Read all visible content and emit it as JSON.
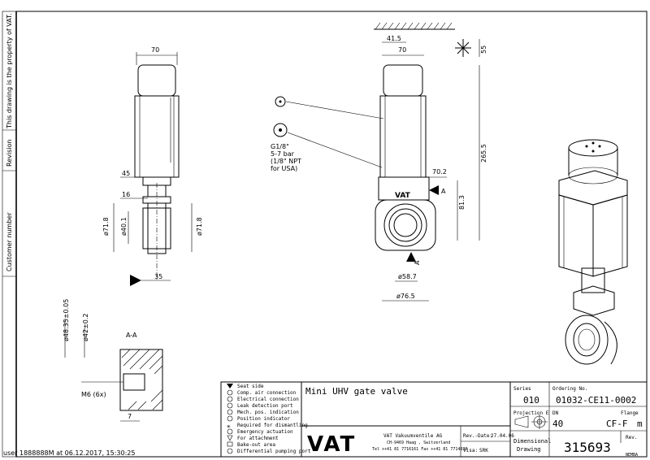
{
  "side_margin": {
    "property_notice": "This drawing is the property of VAT.",
    "revision_label": "Revision",
    "customer_number_label": "Customer number",
    "footer_stamp": "user 1888888M at 06.12.2017, 15:30:25"
  },
  "dimensions": {
    "top_width_left": "70",
    "top_width_front": "70",
    "offset_41_5": "41.5",
    "flange_45": "45",
    "gap_16": "16",
    "dia_71_8_left": "ø71.8",
    "dia_40_1": "ø40.1",
    "dia_71_8_right": "ø71.8",
    "depth_35": "35",
    "dim_55": "55",
    "height_265_5": "265.5",
    "dim_70_2": "70.2",
    "dim_81_3": "81.3",
    "dia_58_7": "ø58.7",
    "dia_76_5": "ø76.5",
    "section_dia_outer": "ø48.35±0.05",
    "section_dia_inner": "ø42±0.2",
    "section_label": "A-A",
    "thread_m6": "M6 (6x)",
    "section_depth_7": "7",
    "section_marker": "A"
  },
  "air_connection": {
    "line1": "G1/8\"",
    "line2": "5-7 bar",
    "line3": "(1/8\" NPT",
    "line4": "for USA)"
  },
  "legend": [
    "Seat side",
    "Comp. air connection",
    "Electrical connection",
    "Leak detection port",
    "Mech. pos. indication",
    "Position indicator",
    "Required for dismantling",
    "Emergency actuation",
    "For attachment",
    "Bake-out area",
    "Differential pumping port"
  ],
  "title_block": {
    "title": "Mini UHV gate valve",
    "series_label": "Series",
    "series_value": "010",
    "ordering_label": "Ordering No.",
    "ordering_value": "01032-CE11-0002",
    "projection_label": "Projection E",
    "dn_label": "DN",
    "flange_label": "Flange",
    "dn_value": "40",
    "flange_value": "CF-F",
    "flange_suffix": "m",
    "company_logo": "VAT",
    "company_name": "VAT Vakuumventile AG",
    "company_address": "CH-9469 Haag , Switzerland",
    "company_contact": "Tel ++41 81 7716161 Fax ++41 81 7714830",
    "rev_date_label": "Rev.-Date:",
    "rev_date_value": "27.04.06",
    "visa_label": "Visa:",
    "visa_value": "SRK",
    "doc_type_line1": "Dimensional",
    "doc_type_line2": "Drawing",
    "rev_label": "Rev.",
    "drawing_number": "315693",
    "corner_code": "NEMBA"
  }
}
